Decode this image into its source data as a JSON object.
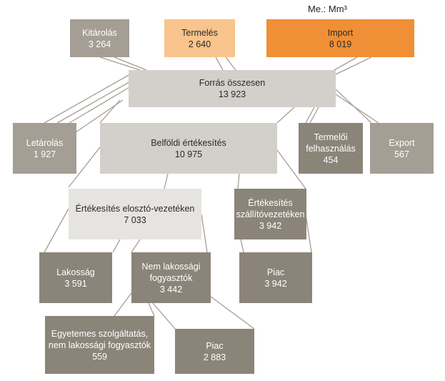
{
  "unit_label": "Me.: Mm³",
  "nodes": {
    "kitarolas": {
      "lines": [
        "Kitárolás"
      ],
      "value": "3 264"
    },
    "termeles": {
      "lines": [
        "Termelés"
      ],
      "value": "2 640"
    },
    "import": {
      "lines": [
        "Import"
      ],
      "value": "8 019"
    },
    "forras": {
      "lines": [
        "Forrás összesen"
      ],
      "value": "13 923"
    },
    "letarolas": {
      "lines": [
        "Letárolás"
      ],
      "value": "1 927"
    },
    "belfoldi": {
      "lines": [
        "Belföldi értékesítés"
      ],
      "value": "10 975"
    },
    "termeloi": {
      "lines": [
        "Termelői",
        "felhasználás"
      ],
      "value": "454"
    },
    "export": {
      "lines": [
        "Export"
      ],
      "value": "567"
    },
    "eloszto": {
      "lines": [
        "Értékesítés elosztó-vezetéken"
      ],
      "value": "7 033"
    },
    "szallito": {
      "lines": [
        "Értékesítés",
        "szállítóvezetéken"
      ],
      "value": "3 942"
    },
    "lakossag": {
      "lines": [
        "Lakosság"
      ],
      "value": "3 591"
    },
    "nemlakossagi": {
      "lines": [
        "Nem lakossági",
        "fogyasztók"
      ],
      "value": "3 442"
    },
    "piac_szallito": {
      "lines": [
        "Piac"
      ],
      "value": "3 942"
    },
    "egyetemes": {
      "lines": [
        "Egyetemes szolgáltatás,",
        "nem lakossági fogyasztók"
      ],
      "value": "559"
    },
    "piac_eloszto": {
      "lines": [
        "Piac"
      ],
      "value": "2 883"
    }
  },
  "colors": {
    "dark": "#8b8479",
    "mid": "#a59e94",
    "light": "#d3d0cb",
    "pale": "#e6e4e1",
    "peach": "#f9c48d",
    "orange": "#f08f36",
    "connector": "#a59e94"
  }
}
